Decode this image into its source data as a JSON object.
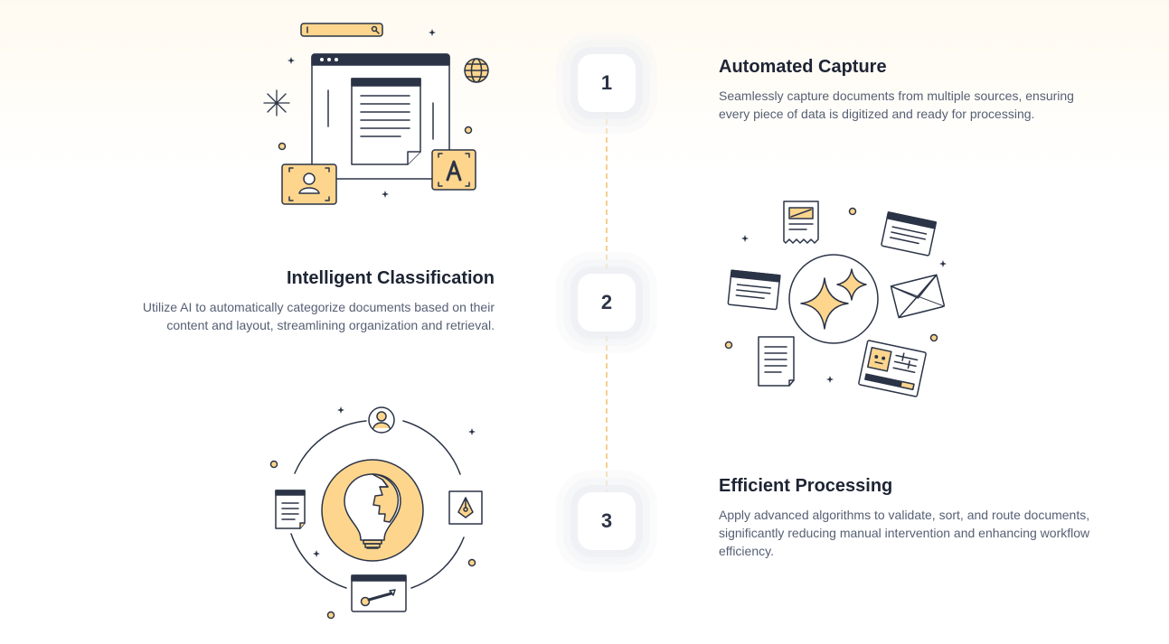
{
  "colors": {
    "accent": "#fdd58d",
    "ink": "#2b3446",
    "timeline": "#f5cf8f",
    "heading": "#1d2433",
    "body_text": "#566074"
  },
  "steps": [
    {
      "number": "1",
      "title": "Automated Capture",
      "description": "Seamlessly capture documents from multiple sources, ensuring every piece of data is digitized and ready for processing.",
      "illustration": "capture-window-icon"
    },
    {
      "number": "2",
      "title": "Intelligent Classification",
      "description": "Utilize AI to automatically categorize documents based on their content and layout, streamlining organization and retrieval.",
      "illustration": "sparkle-classification-icon"
    },
    {
      "number": "3",
      "title": "Efficient Processing",
      "description": "Apply advanced algorithms to validate, sort, and route documents, significantly reducing manual intervention and enhancing workflow efficiency.",
      "illustration": "lightbulb-puzzle-icon"
    }
  ]
}
